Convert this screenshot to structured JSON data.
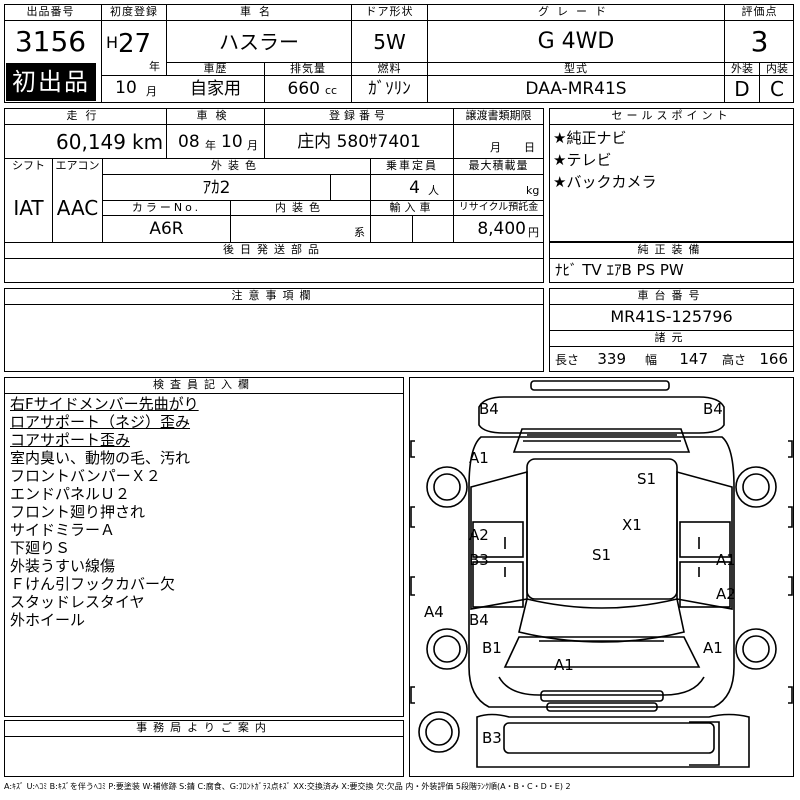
{
  "header": {
    "lot_label": "出品番号",
    "lot_number": "3156",
    "first_listing_badge": "初出品",
    "reg_label": "初度登録",
    "era": "H",
    "year": "27",
    "year_unit": "年",
    "month": "10",
    "month_unit": "月",
    "car_name_label": "車名",
    "car_name": "ハスラー",
    "door_label": "ドア形状",
    "door": "5W",
    "grade_label": "グレード",
    "grade": "G 4WD",
    "score_label": "評価点",
    "score": "3",
    "history_label": "車歴",
    "history": "自家用",
    "displacement_label": "排気量",
    "displacement": "660",
    "displacement_unit": "cc",
    "fuel_label": "燃料",
    "fuel": "ｶﾞｿﾘﾝ",
    "model_label": "型式",
    "model": "DAA-MR41S",
    "exterior_label": "外装",
    "exterior": "D",
    "interior_label": "内装",
    "interior": "C"
  },
  "specs": {
    "mileage_label": "走行",
    "mileage": "60,149",
    "mileage_unit": "km",
    "inspection_label": "車検",
    "inspection_year": "08",
    "inspection_year_unit": "年",
    "inspection_month": "10",
    "inspection_month_unit": "月",
    "plate_label": "登録番号",
    "plate": "庄内 580ｻ7401",
    "transfer_label": "譲渡書類期限",
    "transfer_month_unit": "月",
    "transfer_day_unit": "日",
    "shift_label": "シフト",
    "shift": "IAT",
    "ac_label": "エアコン",
    "ac": "AAC",
    "color_label": "外装色",
    "color": "ｱｶ2",
    "capacity_label": "乗車定員",
    "capacity": "4",
    "capacity_unit": "人",
    "load_label": "最大積載量",
    "load_unit": "kg",
    "color_no_label": "カラーNo.",
    "color_no": "A6R",
    "interior_color_label": "内装色",
    "interior_color_unit": "系",
    "import_label": "輸入車",
    "recycle_label": "リサイクル預託金",
    "recycle": "8,400",
    "recycle_unit": "円",
    "later_parts_label": "後日発送部品",
    "caution_label": "注意事項欄"
  },
  "sales": {
    "label": "セールスポイント",
    "points": [
      "★純正ナビ",
      "★テレビ",
      "★バックカメラ"
    ]
  },
  "equipment": {
    "label": "純正装備",
    "value": "ﾅﾋﾞ TV ｴｱB PS PW"
  },
  "chassis": {
    "label": "車台番号",
    "value": "MR41S-125796",
    "dims_label": "諸元",
    "length_label": "長さ",
    "length": "339",
    "width_label": "幅",
    "width": "147",
    "height_label": "高さ",
    "height": "166"
  },
  "inspector": {
    "label": "検査員記入欄",
    "remarks": [
      "右Fサイドメンバー先曲がり",
      "ロアサポート（ネジ）歪み",
      "コアサポート歪み",
      "室内臭い、動物の毛、汚れ",
      "フロントバンパーＸ２",
      "エンドパネルＵ２",
      "フロント廻り押され",
      "サイドミラーＡ",
      "下廻りＳ",
      "外装うすい線傷",
      "Ｆけん引フックカバー欠",
      "スタッドレスタイヤ",
      "外ホイール"
    ]
  },
  "office": {
    "label": "事務局よりご案内"
  },
  "diagram": {
    "marks": [
      "B4",
      "B4",
      "A1",
      "S1",
      "X1",
      "A2",
      "S1",
      "B3",
      "A1",
      "A2",
      "A4",
      "B4",
      "B1",
      "A1",
      "A1",
      "B3"
    ]
  },
  "legend": "A:ｷｽﾞ U:ﾍｺﾐ B:ｷｽﾞを伴うﾍｺﾐ P:要塗装 W:補修跡 S:錆 C:腐食、G:ﾌﾛﾝﾄｶﾞﾗｽ点ｷｽﾞ XX:交換済み X:要交換 欠:欠品 内・外装評価 5段階ﾗﾝｸ順(A・B・C・D・E) 2"
}
